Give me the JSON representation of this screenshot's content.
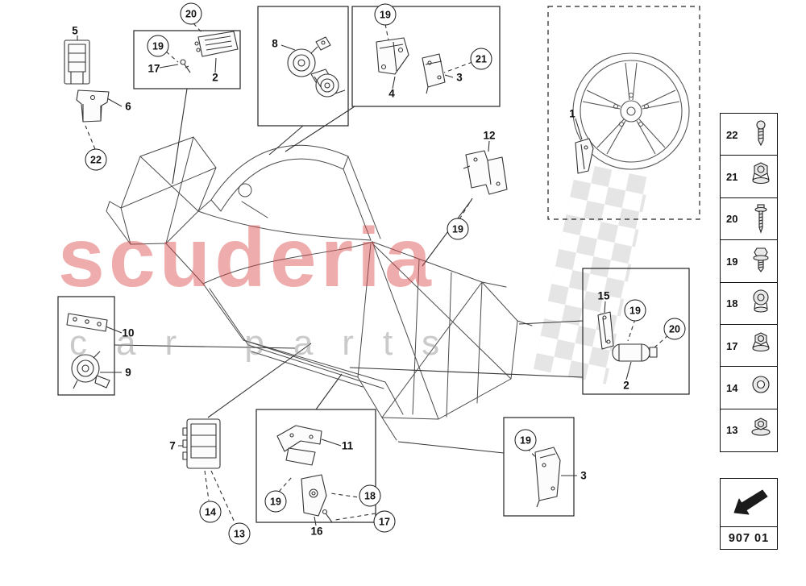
{
  "watermark": {
    "primary": "scuderia",
    "secondary": "car parts"
  },
  "colors": {
    "watermark_red": "#d94646",
    "watermark_gray": "#9b9b9b",
    "line": "#333333"
  },
  "footer": {
    "code": "907 01"
  },
  "callouts": [
    "20",
    "19",
    "19",
    "21",
    "22",
    "19",
    "19",
    "20",
    "14",
    "13",
    "19",
    "18",
    "17",
    "19"
  ],
  "labels": [
    "5",
    "6",
    "17",
    "2",
    "8",
    "4",
    "3",
    "12",
    "1",
    "15",
    "2",
    "10",
    "9",
    "7",
    "11",
    "16",
    "3"
  ],
  "legend": {
    "items": [
      {
        "number": "22",
        "icon": "screw-icon"
      },
      {
        "number": "21",
        "icon": "nut-washer-icon"
      },
      {
        "number": "20",
        "icon": "long-bolt-icon"
      },
      {
        "number": "19",
        "icon": "hex-flange-bolt-icon"
      },
      {
        "number": "18",
        "icon": "cap-nut-icon"
      },
      {
        "number": "17",
        "icon": "flange-nut-icon"
      },
      {
        "number": "14",
        "icon": "washer-icon"
      },
      {
        "number": "13",
        "icon": "flange-nut-icon"
      }
    ]
  }
}
